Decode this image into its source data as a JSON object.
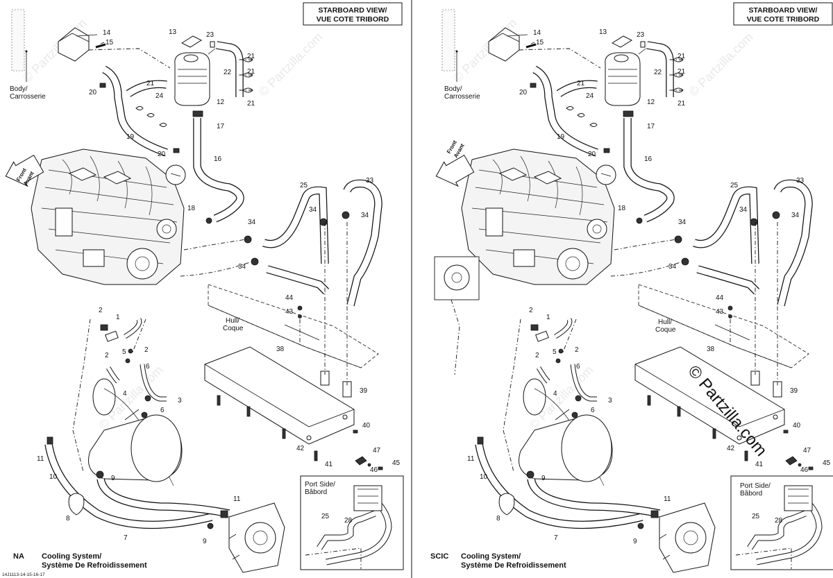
{
  "panels": [
    {
      "id": "na",
      "header_line1": "STARBOARD VIEW/",
      "header_line2": "VUE COTE TRIBORD",
      "variant": "NA",
      "title_line1": "Cooling System/",
      "title_line2": "Système De Refroidissement",
      "body_line1": "Body/",
      "body_line2": "Carrosserie",
      "hull_line1": "Hull/",
      "hull_line2": "Coque",
      "front_line1": "Front",
      "front_line2": "Avant",
      "port_line1": "Port Side/",
      "port_line2": "Bâbord",
      "figure_code": "14J1113-14-15-16-17"
    },
    {
      "id": "scic",
      "header_line1": "STARBOARD VIEW/",
      "header_line2": "VUE COTE TRIBORD",
      "variant": "SCIC",
      "title_line1": "Cooling System/",
      "title_line2": "Système De Refroidissement",
      "body_line1": "Body/",
      "body_line2": "Carrosserie",
      "hull_line1": "Hull/",
      "hull_line2": "Coque",
      "front_line1": "Front",
      "front_line2": "Avant",
      "port_line1": "Port Side/",
      "port_line2": "Bâbord"
    }
  ],
  "watermark": "© Partzilla.com",
  "callouts": [
    "1",
    "2",
    "3",
    "4",
    "5",
    "6",
    "7",
    "8",
    "9",
    "10",
    "11",
    "12",
    "13",
    "14",
    "15",
    "16",
    "17",
    "18",
    "19",
    "20",
    "21",
    "22",
    "23",
    "24",
    "25",
    "28",
    "33",
    "34",
    "38",
    "39",
    "40",
    "41",
    "42",
    "43",
    "44",
    "45",
    "46",
    "47"
  ]
}
